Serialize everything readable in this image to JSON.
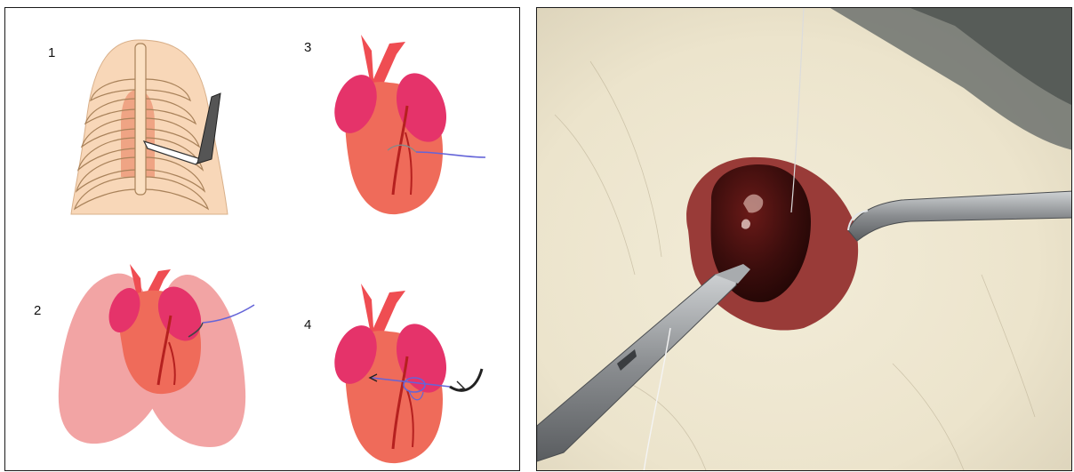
{
  "steps": {
    "s1": "1",
    "s2": "2",
    "s3": "3",
    "s4": "4"
  },
  "colors": {
    "heart": "#ef6b5a",
    "atria": "#e5336a",
    "aorta": "#ef4d52",
    "coronary": "#b5201f",
    "lung": "#f2a4a4",
    "skin": "#f8d7b8",
    "rib": "#fbe0c2",
    "suture": "#6464d8",
    "photo_fur": "#efe9d7",
    "photo_heart": "#3a0d0c"
  }
}
